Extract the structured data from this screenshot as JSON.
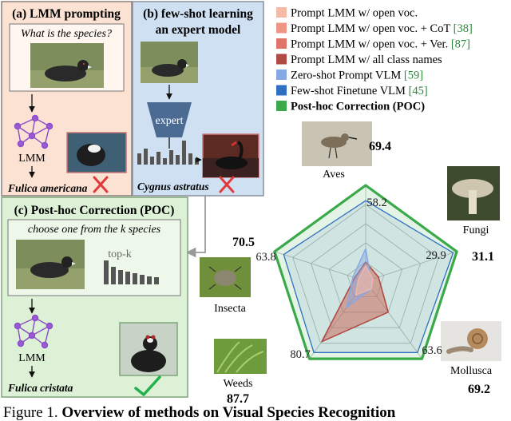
{
  "panel_a": {
    "title": "(a) LMM prompting",
    "prompt": "What is the species?",
    "model_label": "LMM",
    "answer": "Fulica americana",
    "colors": {
      "bg": "#fbe2d2",
      "border": "#8a7f77"
    }
  },
  "panel_b": {
    "title_line1": "(b) few-shot learning",
    "title_line2": "an expert model",
    "model_label": "expert",
    "answer": "Cygnus astratus",
    "colors": {
      "bg": "#cfe0f3",
      "border": "#8a8f99",
      "expert": "#4c6b93"
    }
  },
  "panel_c": {
    "title": "(c) Post-hoc Correction (POC)",
    "prompt": "choose one from the k species",
    "topk_label": "top-k",
    "model_label": "LMM",
    "answer": "Fulica cristata",
    "colors": {
      "bg": "#dcf1d6",
      "border": "#7fa67a"
    }
  },
  "icons": {
    "wrong": "cross-mark",
    "right": "check-mark",
    "network": "neural-network-icon"
  },
  "legend": [
    {
      "label": "Prompt LMM w/ open voc.",
      "cite": "",
      "color": "#f5b9a7",
      "bold": false
    },
    {
      "label": "Prompt LMM w/ open voc. + CoT ",
      "cite": "[38]",
      "color": "#ee9686",
      "bold": false
    },
    {
      "label": "Prompt LMM w/ open voc. + Ver. ",
      "cite": "[87]",
      "color": "#e0736a",
      "bold": false
    },
    {
      "label": "Prompt LMM w/ all class names",
      "cite": "",
      "color": "#b04a45",
      "bold": false
    },
    {
      "label": "Zero-shot Prompt VLM ",
      "cite": "[59]",
      "color": "#86a9e6",
      "bold": false
    },
    {
      "label": "Few-shot Finetune VLM ",
      "cite": "[45]",
      "color": "#2f6fc1",
      "bold": false
    },
    {
      "label": "Post-hoc Correction (POC)",
      "cite": "",
      "color": "#3aa94a",
      "bold": true
    }
  ],
  "radar": {
    "axes": [
      {
        "name": "Aves",
        "fewshot_label": "58.2",
        "poc_label": "69.4"
      },
      {
        "name": "Fungi",
        "fewshot_label": "29.9",
        "poc_label": "31.1"
      },
      {
        "name": "Mollusca",
        "fewshot_label": "63.6",
        "poc_label": "69.2"
      },
      {
        "name": "Weeds",
        "fewshot_label": "80.7",
        "poc_label": "87.7"
      },
      {
        "name": "Insecta",
        "fewshot_label": "63.8",
        "poc_label": "70.5"
      }
    ],
    "series": [
      {
        "name": "Few-shot Finetune VLM",
        "fractions": [
          0.84,
          0.96,
          0.92,
          0.92,
          0.9
        ],
        "color": "#2f6fc1"
      },
      {
        "name": "Post-hoc Correction (POC)",
        "fractions": [
          1.0,
          1.0,
          1.0,
          1.0,
          1.0
        ],
        "color": "#3aa94a"
      },
      {
        "name": "Prompt LMM w/ all class names",
        "fractions": [
          0.2,
          0.14,
          0.4,
          0.78,
          0.12
        ],
        "color": "#b04a45"
      },
      {
        "name": "Prompt LMM w/ open voc.",
        "fractions": [
          0.16,
          0.08,
          0.1,
          0.18,
          0.08
        ],
        "color": "#f5b9a7"
      },
      {
        "name": "Zero-shot Prompt VLM",
        "fractions": [
          0.34,
          0.06,
          0.1,
          0.34,
          0.14
        ],
        "color": "#86a9e6"
      }
    ]
  },
  "caption": {
    "prefix": "Figure 1. ",
    "bold": "Overview of methods on Visual Species Recognition"
  }
}
